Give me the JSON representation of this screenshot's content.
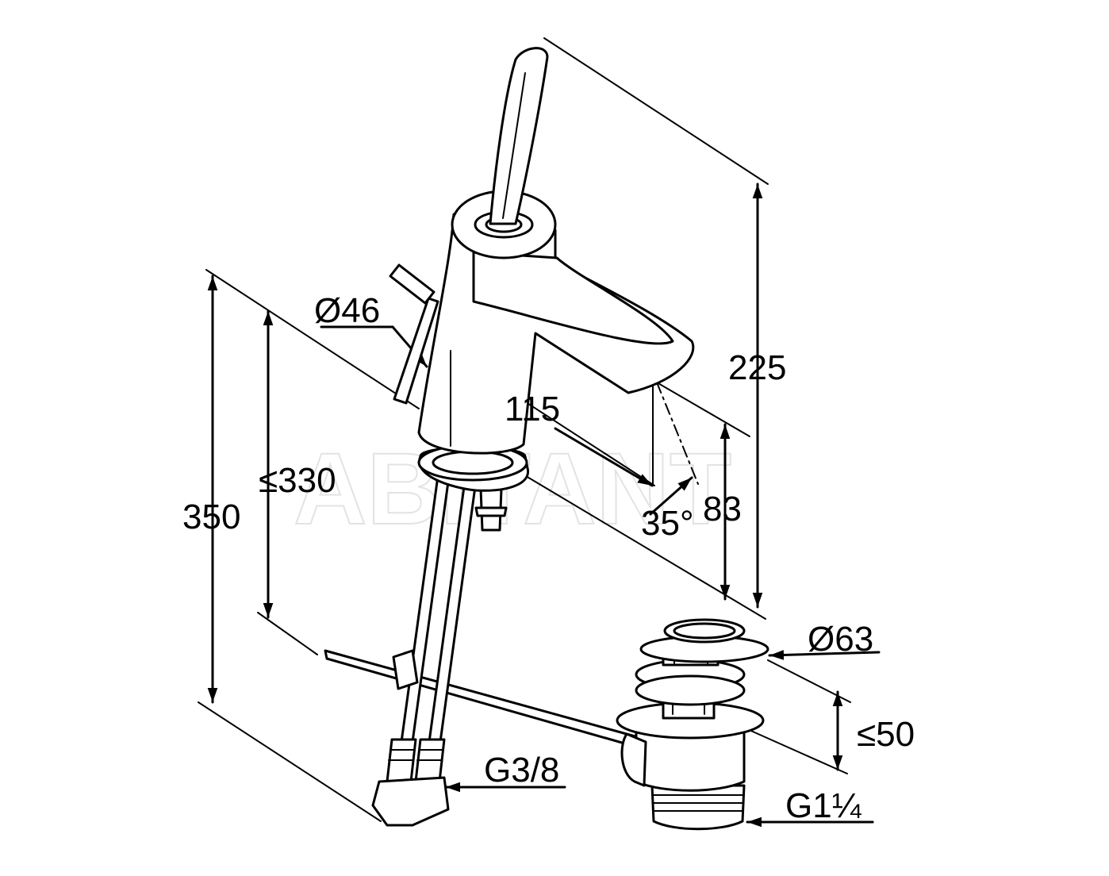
{
  "watermark": "ABITANT",
  "labels": {
    "dia_body": "Ø46",
    "reach": "115",
    "height_total": "225",
    "height_spout": "83",
    "angle": "35°",
    "height_max": "350",
    "height_under": "≤330",
    "dia_waste": "Ø63",
    "waste_stroke": "≤50",
    "thread_hoses": "G3/8",
    "thread_waste": "G1¼"
  },
  "icons": {
    "dimension_arrow": "arrowhead",
    "faucet": "single-lever-basin-mixer",
    "waste": "pop-up-waste"
  }
}
